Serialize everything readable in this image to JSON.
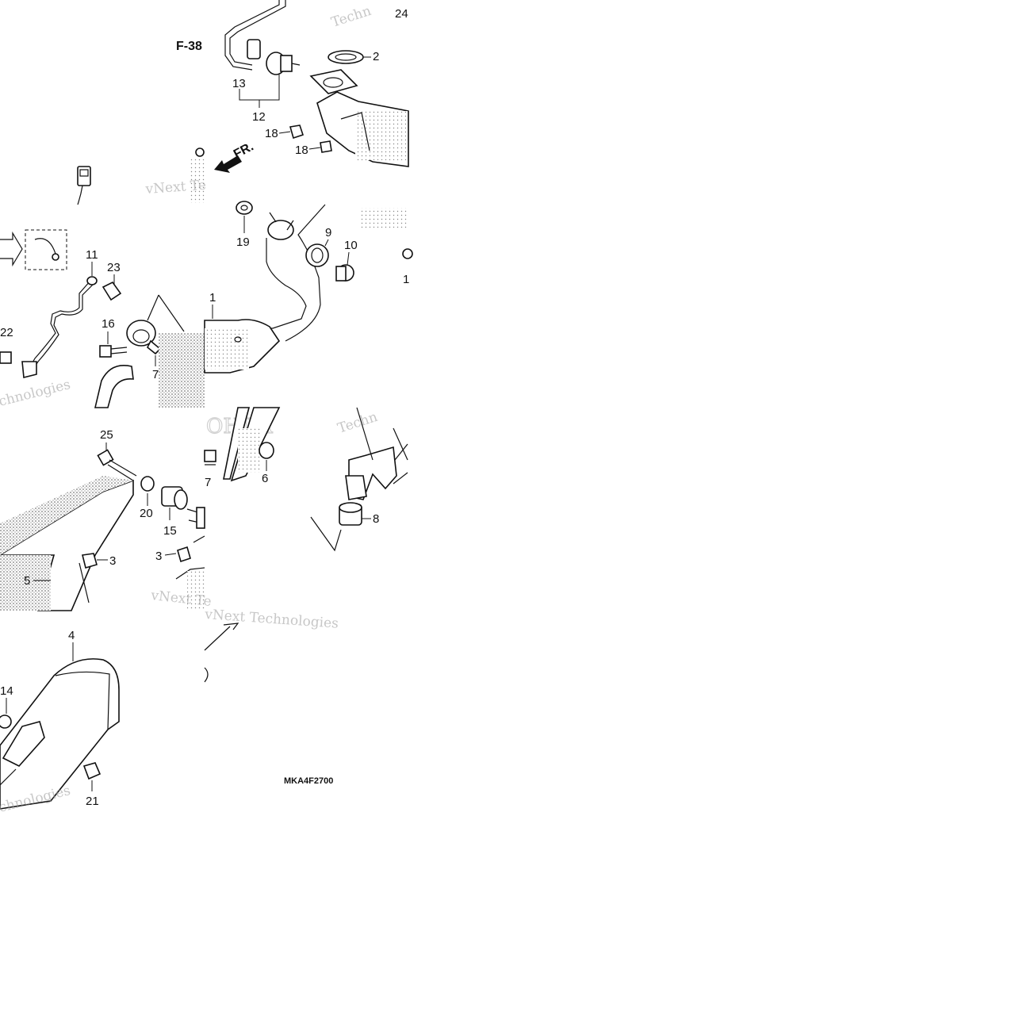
{
  "diagram": {
    "ref_code": "F-38",
    "direction_label": "FR.",
    "drawing_number": "MKA4F2700",
    "watermark_brand": "vNext Technologies",
    "watermark_frag_a": "vNext Te",
    "watermark_frag_b": "Techn",
    "watermark_frag_c": "chnologies",
    "part_labels": {
      "p1": "1",
      "p2": "2",
      "p3": "3",
      "p4": "4",
      "p5": "5",
      "p6": "6",
      "p7": "7",
      "p7b": "7",
      "p8": "8",
      "p9": "9",
      "p10": "10",
      "p11": "11",
      "p12": "12",
      "p13": "13",
      "p14": "14",
      "p15": "15",
      "p16": "16",
      "p18": "18",
      "p19": "19",
      "p20": "20",
      "p21": "21",
      "p22": "22",
      "p23": "23",
      "p24": "24",
      "p25": "25"
    },
    "colors": {
      "ink": "#111111",
      "watermark": "#9a9a9a",
      "stipple": "#555555"
    }
  }
}
